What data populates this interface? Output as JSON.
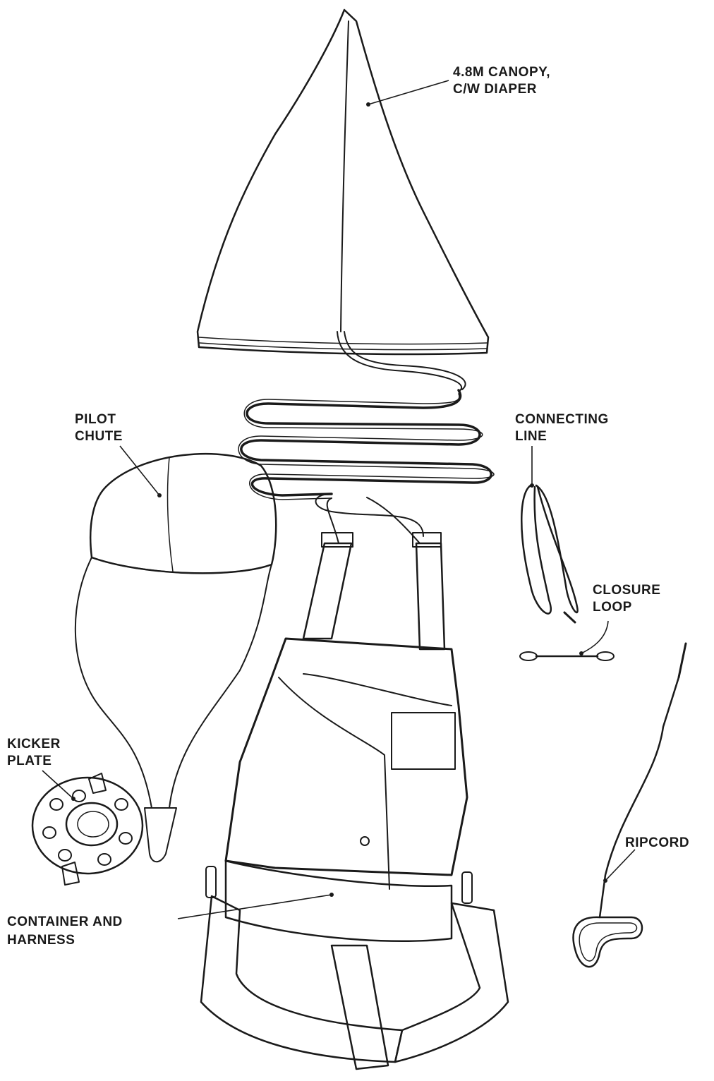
{
  "labels": {
    "canopy": [
      "4.8M CANOPY,",
      "C/W DIAPER"
    ],
    "pilot_chute": [
      "PILOT",
      "CHUTE"
    ],
    "connecting_line": [
      "CONNECTING",
      "LINE"
    ],
    "closure_loop": [
      "CLOSURE",
      "LOOP"
    ],
    "kicker_plate": [
      "KICKER",
      "PLATE"
    ],
    "ripcord": [
      "RIPCORD"
    ],
    "container_harness": [
      "CONTAINER AND",
      "HARNESS"
    ]
  },
  "colors": {
    "ink": "#1a1a1a",
    "paper": "#ffffff",
    "shade": "#8a8a8a",
    "dark_shade": "#4a4a4a"
  }
}
